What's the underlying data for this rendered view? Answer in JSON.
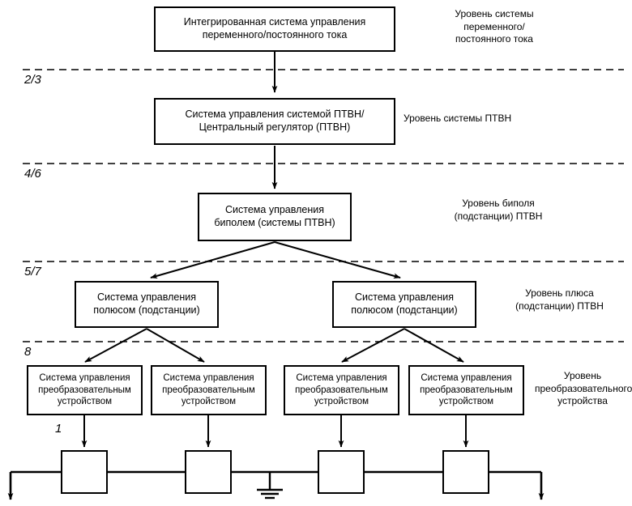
{
  "diagram": {
    "title_nodes": [
      {
        "id": "integrated-ac-dc-control",
        "label": "Интегрированная система управления\nпеременного/постоянного тока"
      },
      {
        "id": "hvdc-system-control",
        "label": "Система управления системой ПТВН/\nЦентральный регулятор (ПТВН)"
      },
      {
        "id": "bipole-control",
        "label": "Система управления\nбиполем (системы ПТВН)"
      },
      {
        "id": "pole-control-left",
        "label": "Система управления\nполюсом (подстанции)"
      },
      {
        "id": "pole-control-right",
        "label": "Система управления\nполюсом (подстанции)"
      },
      {
        "id": "converter-control-1",
        "label": "Система управления\nпреобразовательным\nустройством"
      },
      {
        "id": "converter-control-2",
        "label": "Система управления\nпреобразовательным\nустройством"
      },
      {
        "id": "converter-control-3",
        "label": "Система управления\nпреобразовательным\nустройством"
      },
      {
        "id": "converter-control-4",
        "label": "Система управления\nпреобразовательным\nустройством"
      }
    ],
    "level_labels": [
      {
        "id": "level-ac-dc-system",
        "text": "Уровень системы\nпеременного/\nпостоянного тока"
      },
      {
        "id": "level-hvdc-system",
        "text": "Уровень системы ПТВН"
      },
      {
        "id": "level-bipole",
        "text": "Уровень биполя\n(подстанции) ПТВН"
      },
      {
        "id": "level-pole",
        "text": "Уровень плюса\n(подстанции) ПТВН"
      },
      {
        "id": "level-converter",
        "text": "Уровень\nпреобразовательного\nустройства"
      }
    ],
    "tier_tags": [
      {
        "id": "tier-2-3",
        "text": "2/3"
      },
      {
        "id": "tier-4-6",
        "text": "4/6"
      },
      {
        "id": "tier-5-7",
        "text": "5/7"
      },
      {
        "id": "tier-8",
        "text": "8"
      },
      {
        "id": "tier-1",
        "text": "1"
      }
    ],
    "symbols": {
      "thyristor_count": 4,
      "ground_symbol": "earth-ground"
    },
    "colors": {
      "stroke": "#000000",
      "fill": "#ffffff"
    }
  }
}
